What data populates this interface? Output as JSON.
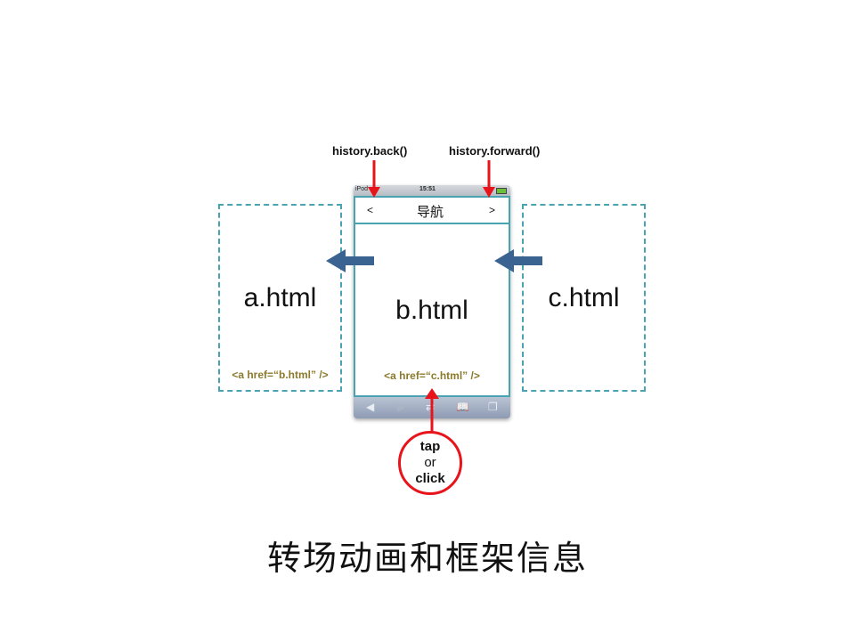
{
  "annotations": {
    "back_label": "history.back()",
    "forward_label": "history.forward()"
  },
  "pages": {
    "left": {
      "name": "a.html",
      "link": "<a href=“b.html” />"
    },
    "center": {
      "name": "b.html",
      "link": "<a href=“c.html” />"
    },
    "right": {
      "name": "c.html"
    }
  },
  "phone": {
    "carrier": "iPod",
    "time": "15:51",
    "nav_back": "<",
    "nav_title": "导航",
    "nav_forward": ">"
  },
  "tap": {
    "line1": "tap",
    "line2": "or",
    "line3": "click"
  },
  "caption": "转场动画和框架信息",
  "colors": {
    "dashed_border": "#4aa3b0",
    "arrow_blue": "#3a6391",
    "annotation_red": "#e8141c",
    "link_code": "#8b7a2c"
  },
  "icons": [
    "back-arrow-icon",
    "forward-arrow-icon",
    "share-icon",
    "bookmarks-icon",
    "pages-icon",
    "left-arrow-icon"
  ]
}
